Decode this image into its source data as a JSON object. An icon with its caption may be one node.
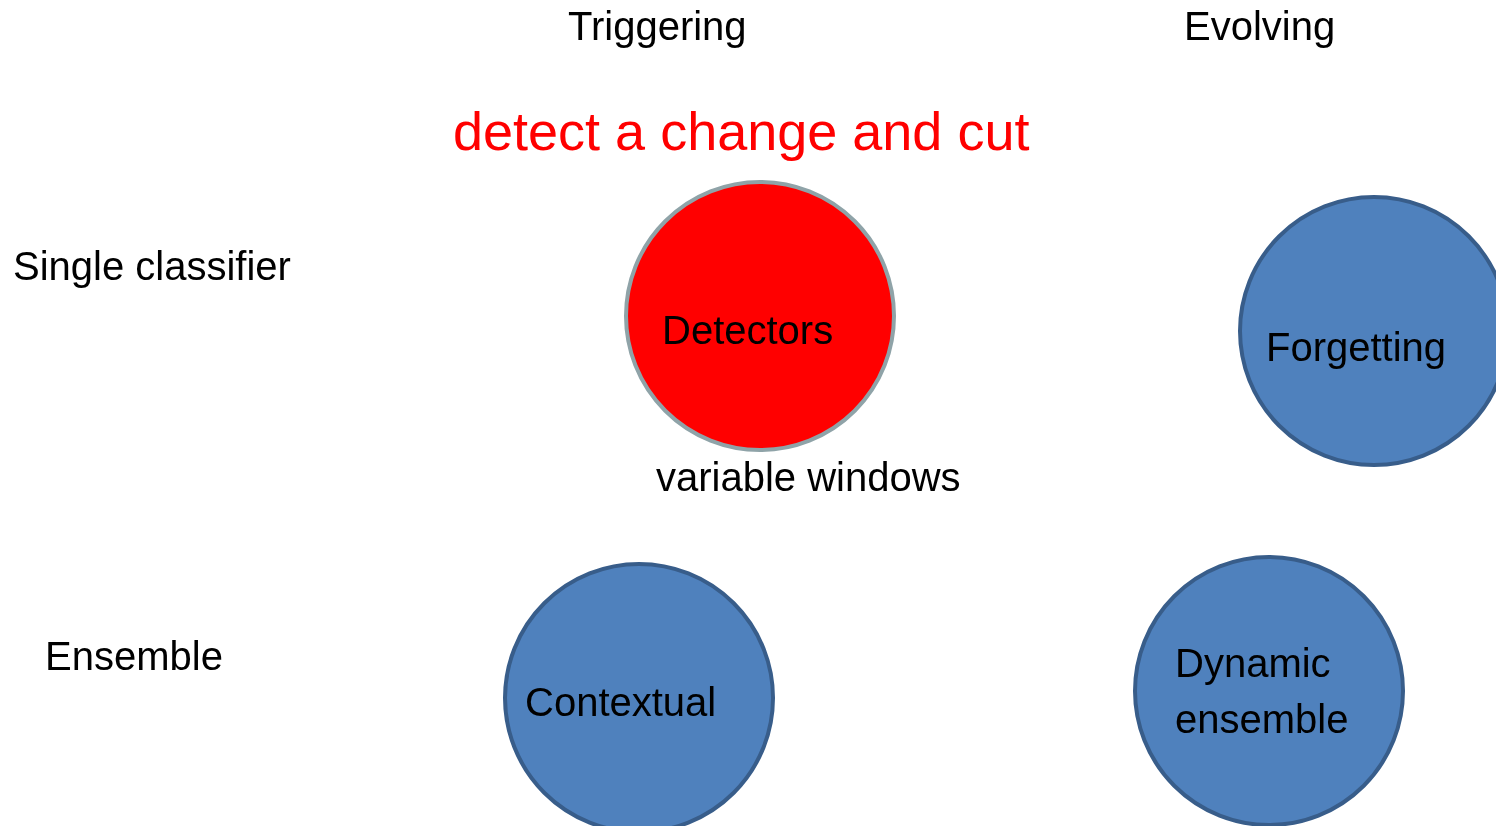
{
  "diagram": {
    "nodes": [
      {
        "text": [
          "Detectors"
        ],
        "beside": [
          "variable windows"
        ]
      },
      {
        "text": [
          "Forgetting"
        ]
      },
      {
        "text": [
          "Contextual"
        ]
      },
      {
        "text": [
          "Dynamic ensemble"
        ]
      }
    ],
    "labels": [
      "Triggering",
      "Evolving",
      "detect a change and cut",
      "Single classifier",
      "Ensemble"
    ]
  }
}
